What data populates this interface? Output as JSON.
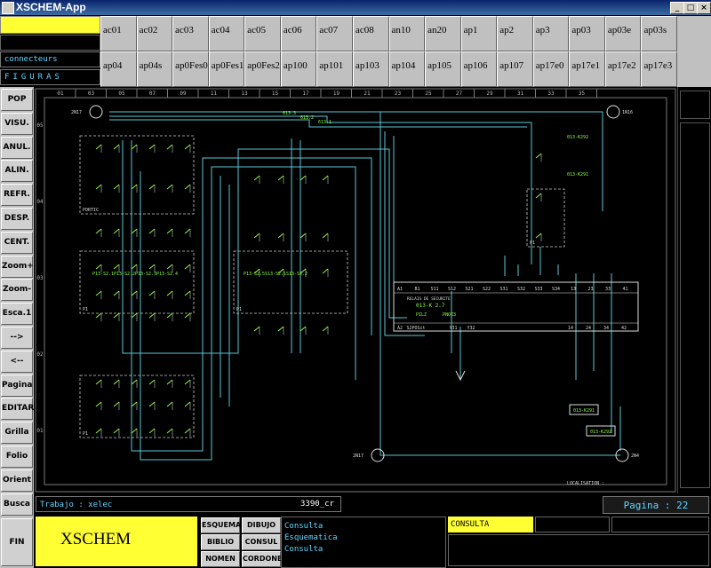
{
  "window": {
    "title": "XSCHEM-App",
    "minimize": "_",
    "maximize": "□",
    "close": "×"
  },
  "left_panel": {
    "connectors_label": "connecteurs",
    "figures_label": "FIGURAS"
  },
  "layers": {
    "row1": [
      "ac01",
      "ac02",
      "ac03",
      "ac04",
      "ac05",
      "ac06",
      "ac07",
      "ac08",
      "an10",
      "an20",
      "ap1",
      "ap2",
      "ap3",
      "ap03",
      "ap03e",
      "ap03s"
    ],
    "row2": [
      "ap04",
      "ap04s",
      "ap0Fes0",
      "ap0Fes1",
      "ap0Fes2",
      "ap100",
      "ap101",
      "ap103",
      "ap104",
      "ap105",
      "ap106",
      "ap107",
      "ap17e0",
      "ap17e1",
      "ap17e2",
      "ap17e3"
    ]
  },
  "sidebar": [
    "POP",
    "VISU.",
    "ANUL.",
    "ALIN.",
    "REFR.",
    "DESP.",
    "CENT.",
    "Zoom+",
    "Zoom-",
    "Esca.1",
    "-->",
    "<--",
    "Pagina",
    "EDITAR",
    "Grilla",
    "Folio",
    "Orient",
    "Busca"
  ],
  "sidebar_fin": "FIN",
  "schematic": {
    "columns": [
      "01",
      "03",
      "05",
      "07",
      "09",
      "11",
      "13",
      "15",
      "17",
      "19",
      "21",
      "23",
      "25",
      "27",
      "29",
      "31",
      "33",
      "35"
    ],
    "rows": [
      "05",
      "04",
      "03",
      "02",
      "01"
    ],
    "nodes": {
      "top_left": "2N17",
      "top_right": "1N16",
      "bottom_left": "2N17",
      "bottom_right": "2N4"
    },
    "bus_labels": [
      "613.3",
      "613.2",
      "613.1"
    ],
    "groups": {
      "left": "PORTIC",
      "top_right": "P1",
      "mid": "P1",
      "bottom": "P1"
    },
    "relay": {
      "title": "RELAIS DE SECURITE",
      "ref": "013-K 2.7",
      "subtitle_a": "PILZ",
      "subtitle_b": "PNOZ3",
      "top_pins": [
        "A1",
        "B1",
        "S11",
        "S12",
        "S21",
        "S22",
        "S31",
        "S32",
        "S33",
        "S34",
        "13",
        "23",
        "33",
        "41"
      ],
      "bottom_pins": [
        "A2",
        "S2POSit",
        "Y31",
        "Y32",
        "14",
        "24",
        "34",
        "42"
      ]
    },
    "k_boxes": [
      "013-K291",
      "013-K292",
      "013-K291",
      "013-K292"
    ],
    "contact_labels": [
      "P13-S2.1",
      "P13-S2.2",
      "P13-S2.3",
      "P13-S2.4",
      "P13-S2.5",
      "S13-S2.1",
      "S13-S2.2"
    ],
    "loc_label": "LOCALISATION :"
  },
  "status": {
    "trabajo": "Trabajo : xelec",
    "file": "3390_cr",
    "pagina_label": "Pagina :",
    "pagina_value": "22"
  },
  "bottom": {
    "logo": "XSCHEM",
    "buttons": {
      "esquema": "ESQUEMA",
      "dibujo": "DIBUJO",
      "biblio": "BIBLIO",
      "consul": "CONSUL",
      "nomen": "NOMEN",
      "cordones": "CORDONES"
    },
    "consulta_items": [
      "Consulta",
      "Esquematica",
      "Consulta"
    ],
    "consulta_box": "CONSULTA"
  },
  "colors": {
    "accent_yellow": "#ffff33",
    "cyan_text": "#5fd7ff",
    "wire_cyan": "#5ac8d8",
    "grid": "#7a7a7a",
    "component_green": "#8cff3c"
  }
}
